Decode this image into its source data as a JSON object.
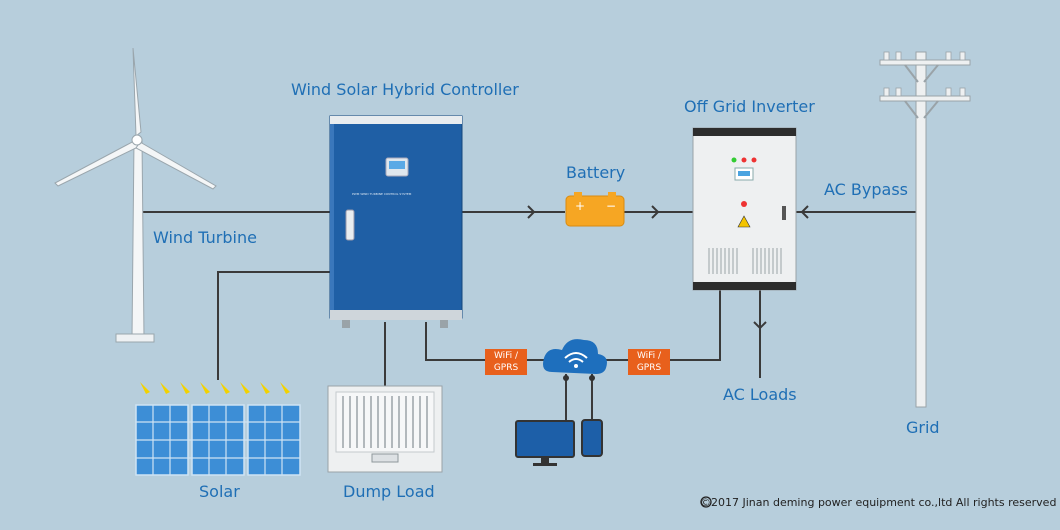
{
  "labels": {
    "controller": "Wind Solar Hybrid Controller",
    "inverter": "Off Grid Inverter",
    "battery": "Battery",
    "ac_bypass": "AC Bypass",
    "wind_turbine": "Wind Turbine",
    "ac_loads": "AC Loads",
    "grid": "Grid",
    "solar": "Solar",
    "dump_load": "Dump Load"
  },
  "controller_panel_text": "PWM WIND TURBINE CONTROL SYSTEM",
  "comm_tags": {
    "left": {
      "line1": "WiFi /",
      "line2": "GPRS"
    },
    "right": {
      "line1": "WiFi /",
      "line2": "GPRS"
    }
  },
  "copyright": "©2017 Jinan deming power equipment co.,ltd All rights reserved",
  "colors": {
    "background": "#b7cedc",
    "label": "#1f6fb5",
    "controller": "#1f5fa5",
    "battery": "#f6a623",
    "tag": "#e8601c",
    "wire": "#3a3a3a"
  }
}
